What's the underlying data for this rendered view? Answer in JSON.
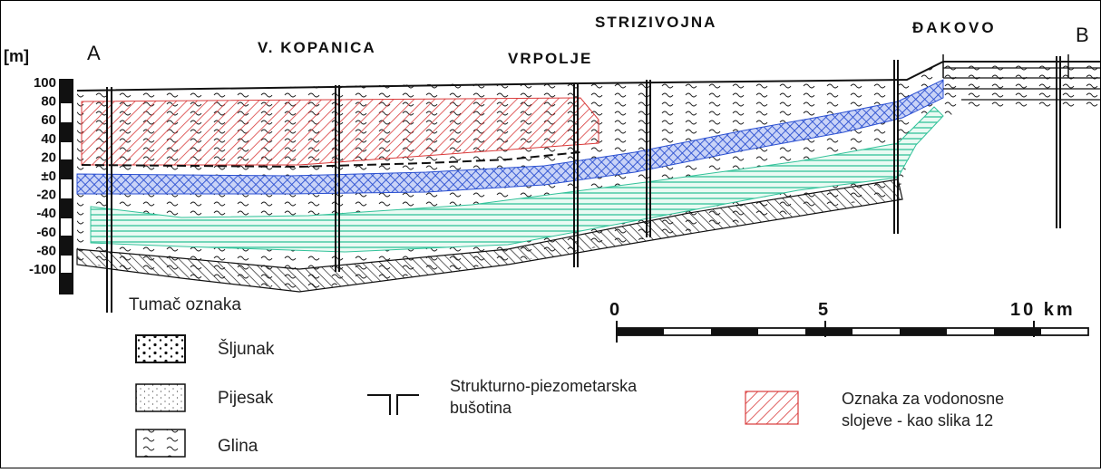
{
  "section": {
    "unit_label": "[m]",
    "start_label": "A",
    "end_label": "B",
    "y_ticks": [
      "100",
      "80",
      "60",
      "40",
      "20",
      "±0",
      "-20",
      "-40",
      "-60",
      "-80",
      "-100"
    ]
  },
  "places": [
    "V. KOPANICA",
    "VRPOLJE",
    "STRIZIVOJNA",
    "ĐAKOVO"
  ],
  "scale": {
    "labels": [
      "0",
      "5",
      "10 km"
    ]
  },
  "legend": {
    "title": "Tumač oznaka",
    "items": [
      {
        "id": "gravel",
        "label": "Šljunak"
      },
      {
        "id": "sand",
        "label": "Pijesak"
      },
      {
        "id": "clay",
        "label": "Glina"
      }
    ],
    "borehole_line1": "Strukturno-piezometarska",
    "borehole_line2": "bušotina",
    "aquifer_line1": "Oznaka za vodonosne",
    "aquifer_line2": "slojeve - kao slika 12"
  },
  "colors": {
    "aquifer_red": "#d93b3b",
    "aquifer_blue": "#2a4fd0",
    "aquifer_green": "#33c29a",
    "ink": "#111111"
  }
}
